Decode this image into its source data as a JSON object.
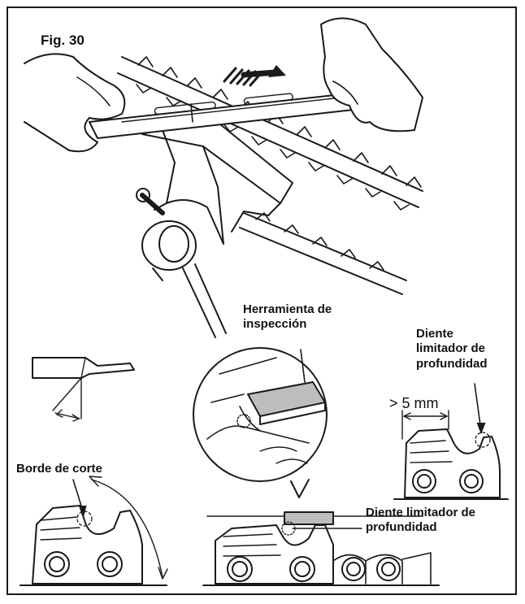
{
  "figure": {
    "title": "Fig. 30"
  },
  "labels": {
    "inspection_tool_line1": "Herramienta de",
    "inspection_tool_line2": "inspección",
    "depth_limiter_right_line1": "Diente",
    "depth_limiter_right_line2": "limitador de",
    "depth_limiter_right_line3": "profundidad",
    "depth_gap": "> 5 mm",
    "cutting_edge": "Borde de corte",
    "depth_limiter_bottom_line1": "Diente limitador de",
    "depth_limiter_bottom_line2": "profundidad"
  },
  "colors": {
    "ink": "#1a1a1a",
    "tool_fill": "#bdbdbd",
    "paper": "#ffffff"
  },
  "icons": [
    "motion-arrow-icon"
  ]
}
